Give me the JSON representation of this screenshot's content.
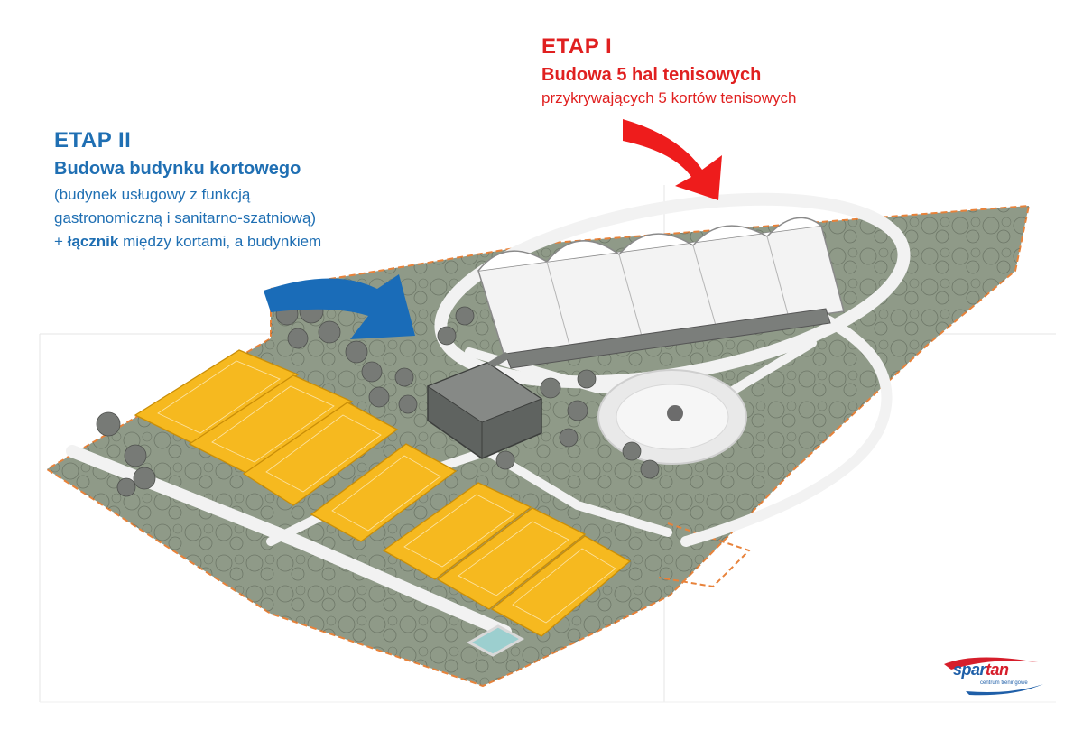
{
  "etap1": {
    "title": "ETAP I",
    "bold_line": "Budowa 5 hal tenisowych",
    "line": "przykrywających 5 kortów tenisowych"
  },
  "etap2": {
    "title": "ETAP II",
    "bold_line": "Budowa budynku kortowego",
    "line1": "(budynek usługowy z funkcją",
    "line2": "gastronomiczną i sanitarno-szatniową)",
    "line3_prefix": "+ ",
    "line3_bold": "łącznik",
    "line3_suffix": " między kortami, a budynkiem"
  },
  "logo": {
    "word_a": "spar",
    "word_b": "tan",
    "tagline": "centrum treningowe"
  },
  "colors": {
    "red_accent": "#e02020",
    "blue_accent": "#1f6fb3",
    "court": "#f6b91f",
    "grass": "#8f9a88",
    "path": "#f2f2f2",
    "boundary": "#e8823a"
  }
}
